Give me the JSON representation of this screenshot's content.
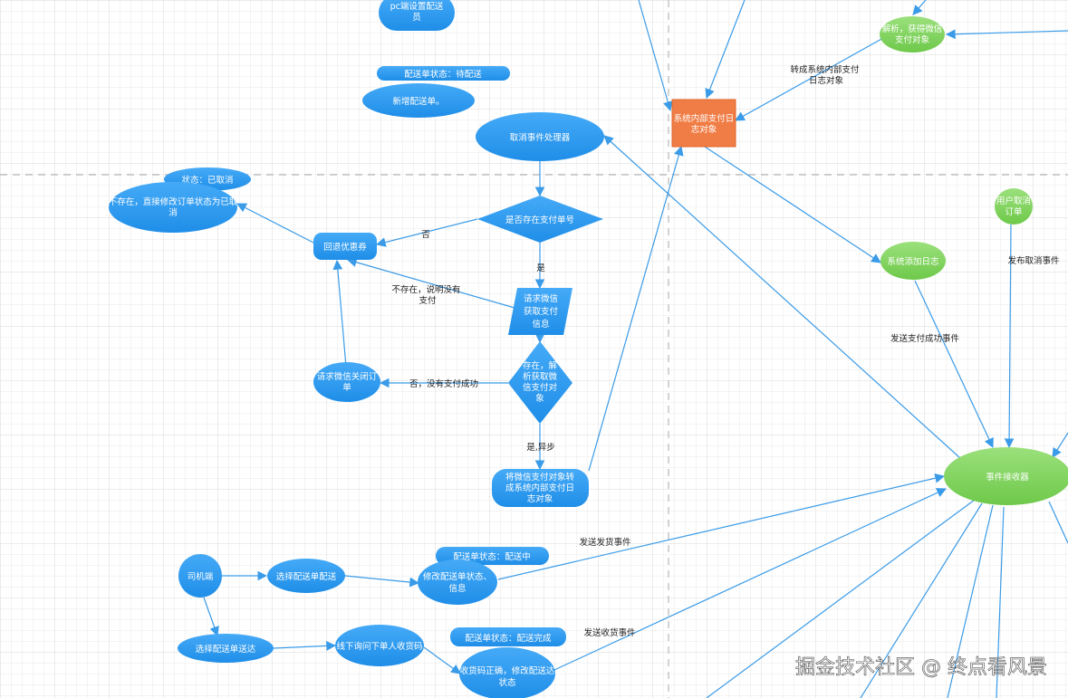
{
  "diagram": {
    "nodes": {
      "pc_set_courier": {
        "text": [
          "pc端设置配送",
          "员"
        ]
      },
      "status_pending": {
        "text": [
          "配送单状态：待配送"
        ]
      },
      "new_delivery": {
        "text": [
          "新增配送单。"
        ]
      },
      "cancel_handler": {
        "text": [
          "取消事件处理器"
        ]
      },
      "status_cancelled": {
        "text": [
          "状态：已取消"
        ]
      },
      "direct_cancel": {
        "text": [
          "不存在，直接修改订单状态为已取",
          "消"
        ]
      },
      "has_pay_no": {
        "text": [
          "是否存在支付单号"
        ]
      },
      "return_coupon": {
        "text": [
          "回退优惠券"
        ]
      },
      "request_wx_pay": {
        "text": [
          "请求微信",
          "获取支付",
          "信息"
        ]
      },
      "exists_parse": {
        "text": [
          "存在，解",
          "析获取微",
          "信支付对",
          "象"
        ]
      },
      "close_wx_order": {
        "text": [
          "请求微信关闭订",
          "单"
        ]
      },
      "convert_wx_log": {
        "text": [
          "将微信支付对象转",
          "成系统内部支付日",
          "志对象"
        ]
      },
      "sys_pay_log": {
        "text": [
          "系统内部支付日",
          "志对象"
        ]
      },
      "parse_wx": {
        "text": [
          "解析，获得微信",
          "支付对象"
        ]
      },
      "sys_add_log": {
        "text": [
          "系统添加日志"
        ]
      },
      "user_cancel": {
        "text": [
          "用户取消",
          "订单"
        ]
      },
      "event_receiver": {
        "text": [
          "事件接收器"
        ]
      },
      "driver": {
        "text": [
          "司机端"
        ]
      },
      "select_delivery": {
        "text": [
          "选择配送单配送"
        ]
      },
      "status_delivering": {
        "text": [
          "配送单状态：配送中"
        ]
      },
      "modify_status_info": {
        "text": [
          "修改配送单状态、",
          "信息"
        ]
      },
      "select_arrive": {
        "text": [
          "选择配送单送达"
        ]
      },
      "offline_ask_code": {
        "text": [
          "线下询问下单人收货码"
        ]
      },
      "status_done": {
        "text": [
          "配送单状态：配送完成"
        ]
      },
      "code_correct": {
        "text": [
          "收货码正确，修改配送达",
          "状态"
        ]
      }
    },
    "labels": {
      "no": "否",
      "yes": "是",
      "not_exist_unpaid": [
        "不存在，说明没有",
        "支付"
      ],
      "no_payment_success": "否，没有支付成功",
      "yes_async": "是,异步",
      "convert_sys_log": [
        "转成系统内部支付",
        "日志对象"
      ],
      "send_pay_success": "发送支付成功事件",
      "publish_cancel": "发布取消事件",
      "send_ship": "发送发货事件",
      "send_receive": "发送收货事件"
    },
    "colors": {
      "blue": "#2f9bf0",
      "green": "#7fd160",
      "orange": "#f07d45",
      "line": "#3a9be8",
      "grid": "#e6e6e6",
      "grid_major": "#d6d6d6"
    }
  },
  "watermark": "掘金技术社区 @ 终点看风景"
}
